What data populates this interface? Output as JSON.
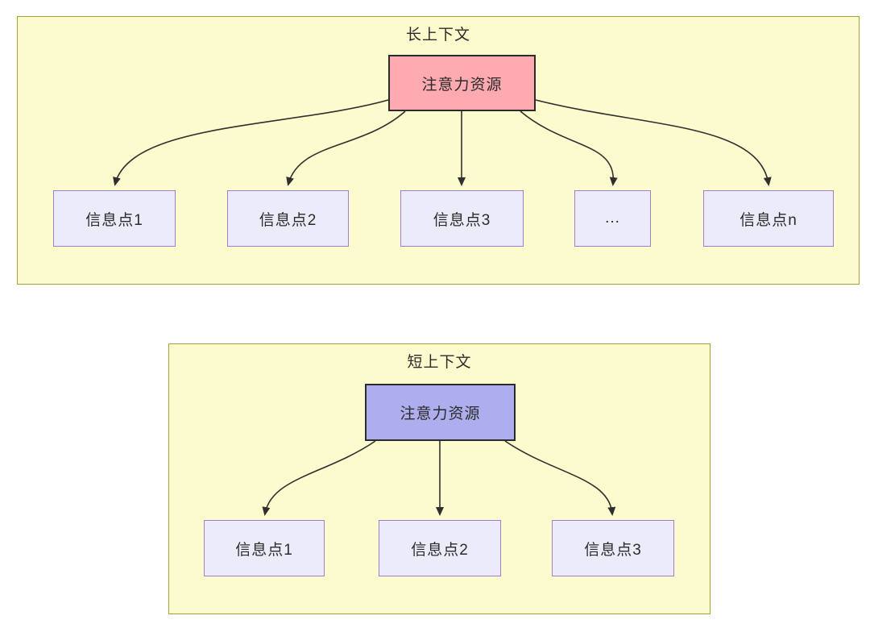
{
  "diagram": {
    "panels": [
      {
        "title": "长上下文",
        "attention": {
          "label": "注意力资源",
          "fill": "#FFA9B1"
        },
        "children": [
          {
            "label": "信息点1"
          },
          {
            "label": "信息点2"
          },
          {
            "label": "信息点3"
          },
          {
            "label": "..."
          },
          {
            "label": "信息点n"
          }
        ]
      },
      {
        "title": "短上下文",
        "attention": {
          "label": "注意力资源",
          "fill": "#AEAEEF"
        },
        "children": [
          {
            "label": "信息点1"
          },
          {
            "label": "信息点2"
          },
          {
            "label": "信息点3"
          }
        ]
      }
    ],
    "colors": {
      "panel_background": "#FBFBCE",
      "panel_border": "#A2A23B",
      "long_attention_fill": "#FFA9B1",
      "short_attention_fill": "#AEAEEF",
      "info_node_fill": "#EBEBFA",
      "info_node_border": "#9B7FD4",
      "node_border_dark": "#2B2B2B",
      "arrow": "#2F2F2F",
      "text": "#2B2B2B"
    }
  }
}
